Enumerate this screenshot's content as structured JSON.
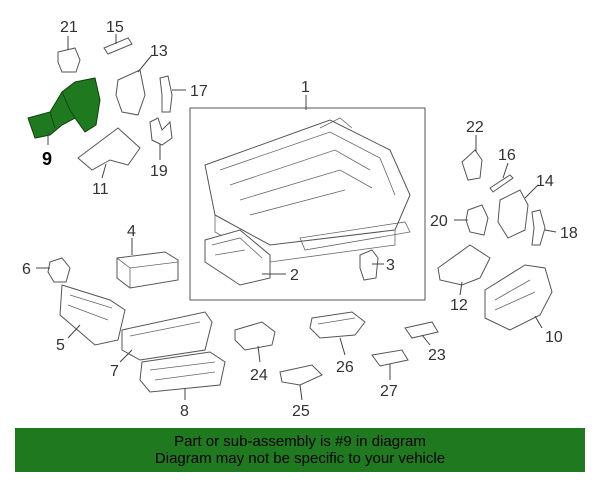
{
  "diagram": {
    "highlight_color": "#1f7a1f",
    "callouts": [
      "1",
      "2",
      "3",
      "4",
      "5",
      "6",
      "7",
      "8",
      "9",
      "10",
      "11",
      "12",
      "13",
      "14",
      "15",
      "16",
      "17",
      "18",
      "19",
      "20",
      "21",
      "22",
      "23",
      "24",
      "25",
      "26",
      "27"
    ],
    "highlighted_part": "9"
  },
  "banner": {
    "line1": "Part or sub-assembly is #9 in diagram",
    "line2": "Diagram may not be specific to your vehicle",
    "background": "#1f7a1f"
  }
}
